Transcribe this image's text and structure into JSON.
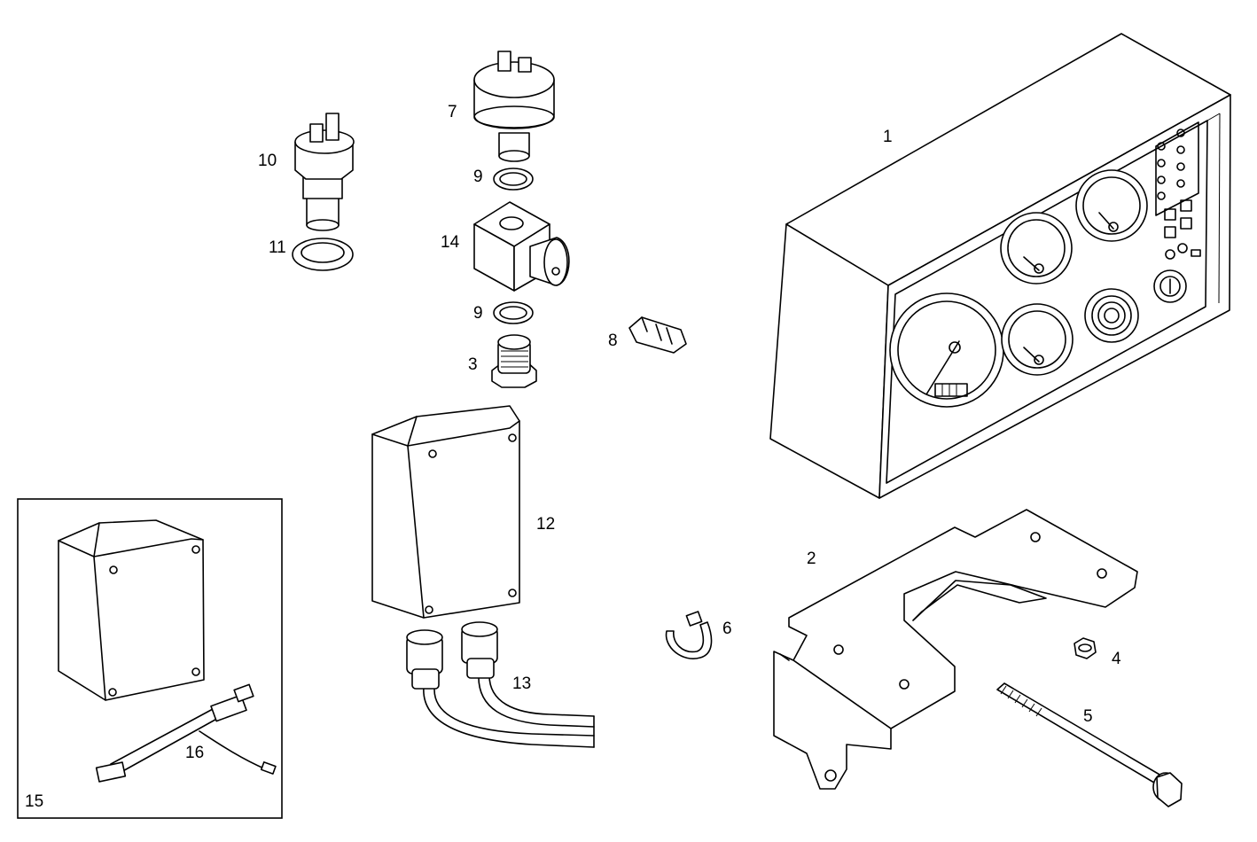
{
  "callouts": {
    "p1": "1",
    "p2": "2",
    "p3": "3",
    "p4": "4",
    "p5": "5",
    "p6": "6",
    "p7": "7",
    "p8": "8",
    "p9a": "9",
    "p9b": "9",
    "p10": "10",
    "p11": "11",
    "p12": "12",
    "p13": "13",
    "p14": "14",
    "p15": "15",
    "p16": "16"
  }
}
